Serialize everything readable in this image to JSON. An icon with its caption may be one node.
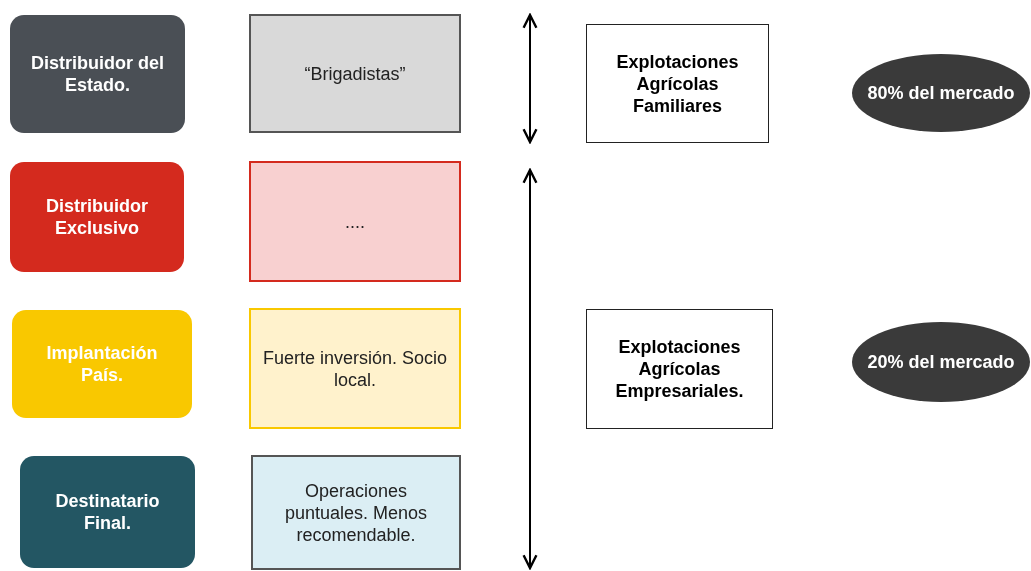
{
  "diagram": {
    "nodes": [
      {
        "text": [
          "Distribuidor del Estado."
        ]
      },
      {
        "text": [
          "“Brigadistas”"
        ]
      },
      {
        "text": [
          "Explotaciones Agrícolas Familiares"
        ]
      },
      {
        "text": [
          "80% del mercado"
        ]
      },
      {
        "text": [
          "Distribuidor Exclusivo"
        ]
      },
      {
        "text": [
          "...."
        ]
      },
      {
        "text": [
          "Implantación País."
        ]
      },
      {
        "text": [
          "Fuerte inversión. Socio local."
        ]
      },
      {
        "text": [
          "Explotaciones Agrícolas Empresariales."
        ]
      },
      {
        "text": [
          "20% del mercado"
        ]
      },
      {
        "text": [
          "Destinatario Final."
        ]
      },
      {
        "text": [
          "Operaciones puntuales. Menos recomendable."
        ]
      }
    ]
  }
}
